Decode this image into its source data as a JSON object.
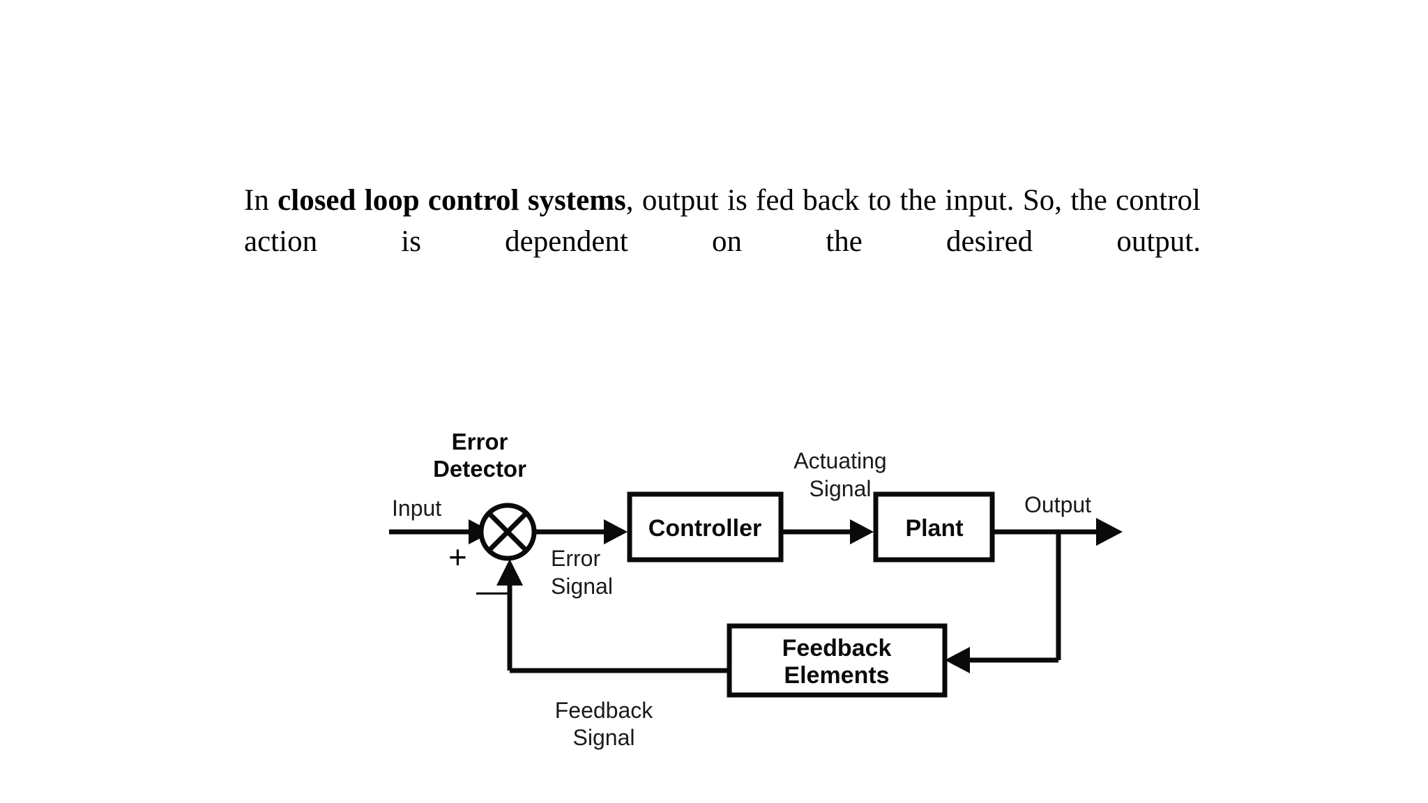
{
  "page": {
    "background_color": "#ffffff",
    "ink_color": "#0a0a0a"
  },
  "paragraph": {
    "lead_in": "In ",
    "bold_term": "closed loop control systems",
    "remainder": ", output is fed back to the input. So, the control action is dependent on the desired output.",
    "full_text": "In closed loop control systems, output is fed back to the input. So, the control action is dependent on the desired output."
  },
  "diagram": {
    "title": "Closed loop control system block diagram",
    "error_detector": {
      "label_line1": "Error",
      "label_line2": "Detector",
      "plus_sign": "+",
      "minus_sign": "—"
    },
    "blocks": [
      {
        "id": "controller",
        "label": "Controller"
      },
      {
        "id": "plant",
        "label": "Plant"
      },
      {
        "id": "feedback_elements",
        "label_line1": "Feedback",
        "label_line2": "Elements"
      }
    ],
    "signals": [
      {
        "id": "input",
        "label": "Input"
      },
      {
        "id": "error",
        "label_line1": "Error",
        "label_line2": "Signal"
      },
      {
        "id": "actuating",
        "label_line1": "Actuating",
        "label_line2": "Signal"
      },
      {
        "id": "output",
        "label": "Output"
      },
      {
        "id": "feedback",
        "label_line1": "Feedback",
        "label_line2": "Signal"
      }
    ]
  }
}
